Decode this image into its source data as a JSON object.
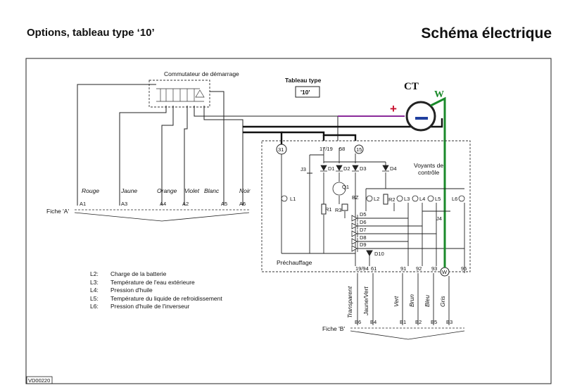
{
  "header": {
    "title_left": "Options, tableau type ‘10’",
    "title_right": "Schéma électrique"
  },
  "switch": {
    "title": "Commutateur de démarrage"
  },
  "panel": {
    "title": "Tableau type",
    "type_value": "'10'",
    "voyants": [
      "Voyants de",
      "contrôle"
    ],
    "prechauffage": "Préchauffage"
  },
  "gauge": {
    "label": "CT",
    "plus": "+",
    "w": "W"
  },
  "fiche_a": {
    "label": "Fiche 'A'",
    "colors": [
      "Rouge",
      "Jaune",
      "Orange",
      "Violet",
      "Blanc",
      "Noir"
    ],
    "pins": [
      "A1",
      "A3",
      "A4",
      "A2",
      "A5",
      "A6"
    ]
  },
  "fiche_b": {
    "label": "Fiche 'B'",
    "colors": [
      "Transparent",
      "Jaune/Vert",
      "Vert",
      "Brun",
      "Bleu",
      "Gris"
    ],
    "pins": [
      "B6",
      "B4",
      "B1",
      "B2",
      "B5",
      "B3"
    ]
  },
  "terminals": {
    "t31": "31",
    "t1719": "17/19",
    "t58": "58",
    "t15": "15",
    "t1994": "19/94",
    "t61": "61",
    "t91": "91",
    "t92": "92",
    "t93": "93",
    "t95": "95",
    "w": "W"
  },
  "components": {
    "J3": "J3",
    "J4": "J4",
    "Q1": "Q1",
    "BZ": "BZ",
    "R1": "R1",
    "R2": "R2",
    "R3": "R3",
    "D1": "D1",
    "D2": "D2",
    "D3": "D3",
    "D4": "D4",
    "D5": "D5",
    "D6": "D6",
    "D7": "D7",
    "D8": "D8",
    "D9": "D9",
    "D10": "D10",
    "L1": "L1",
    "L2": "L2",
    "L3": "L3",
    "L4": "L4",
    "L5": "L5",
    "L6": "L6"
  },
  "legend": [
    {
      "code": "L2:",
      "text": "Charge de la batterie"
    },
    {
      "code": "L3:",
      "text": "Température de l'eau extérieure"
    },
    {
      "code": "L4:",
      "text": "Pression d'huile"
    },
    {
      "code": "L5:",
      "text": "Température du liquide de refroidissement"
    },
    {
      "code": "L6:",
      "text": "Pression d'huile de l'inverseur"
    }
  ],
  "footer_code": "VD00220",
  "colors": {
    "green_wire": "#1a8a2a",
    "purple_wire": "#8a2a9a",
    "gauge_red": "#c8102e",
    "gauge_blue": "#1f3f9f"
  }
}
